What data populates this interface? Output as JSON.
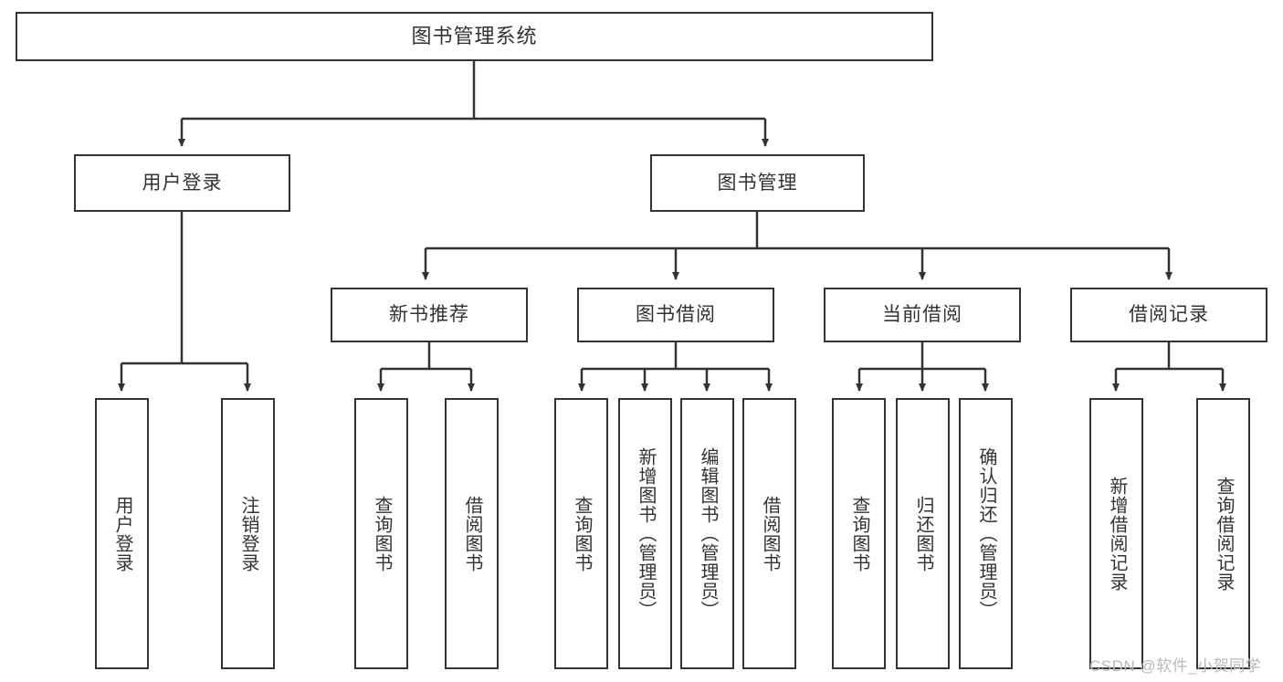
{
  "diagram": {
    "title": "图书管理系统",
    "type": "tree-hierarchy",
    "watermark": "CSDN @软件_小贺同学",
    "colors": {
      "stroke": "#333333",
      "fill": "#ffffff",
      "text": "#333333",
      "watermark": "#b9b9b9"
    },
    "levels": {
      "root": {
        "label": "图书管理系统"
      },
      "level2": [
        {
          "label": "用户登录"
        },
        {
          "label": "图书管理"
        }
      ],
      "level3": [
        {
          "label": "新书推荐"
        },
        {
          "label": "图书借阅"
        },
        {
          "label": "当前借阅"
        },
        {
          "label": "借阅记录"
        }
      ],
      "leaves": [
        {
          "label": "用户登录",
          "parent": "用户登录"
        },
        {
          "label": "注销登录",
          "parent": "用户登录"
        },
        {
          "label": "查询图书",
          "parent": "新书推荐"
        },
        {
          "label": "借阅图书",
          "parent": "新书推荐"
        },
        {
          "label": "查询图书",
          "parent": "图书借阅"
        },
        {
          "label": "新增图书（管理员）",
          "parent": "图书借阅"
        },
        {
          "label": "编辑图书（管理员）",
          "parent": "图书借阅"
        },
        {
          "label": "借阅图书",
          "parent": "图书借阅"
        },
        {
          "label": "查询图书",
          "parent": "当前借阅"
        },
        {
          "label": "归还图书",
          "parent": "当前借阅"
        },
        {
          "label": "确认归还（管理员）",
          "parent": "当前借阅"
        },
        {
          "label": "新增借阅记录",
          "parent": "借阅记录"
        },
        {
          "label": "查询借阅记录",
          "parent": "借阅记录"
        }
      ]
    }
  }
}
